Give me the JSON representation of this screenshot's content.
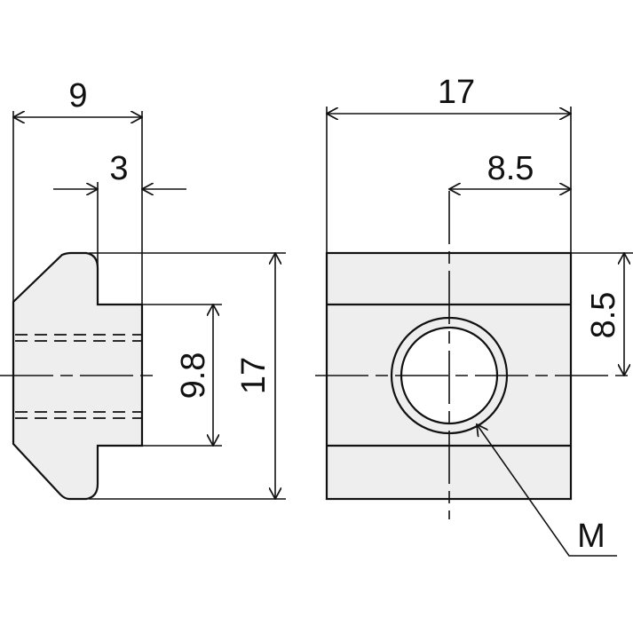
{
  "drawing": {
    "fill_color": "#eeeeee",
    "line_color": "#111111",
    "side_view": {
      "dim_width": "9",
      "dim_neck": "3",
      "dim_slot": "9.8",
      "dim_height": "17"
    },
    "front_view": {
      "dim_width": "17",
      "dim_half_width": "8.5",
      "dim_half_height": "8.5",
      "thread_label": "M"
    }
  }
}
